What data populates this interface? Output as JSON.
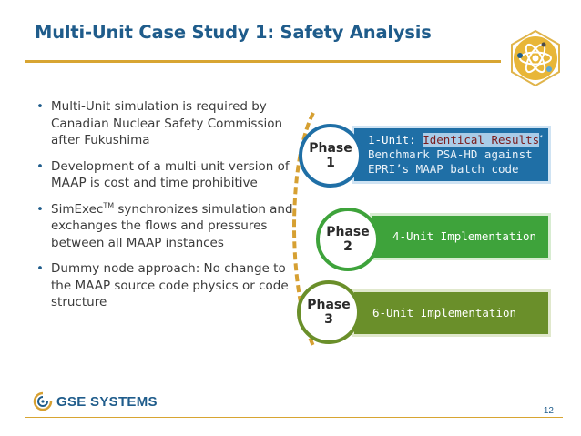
{
  "slide": {
    "title": "Multi-Unit Case Study 1: Safety Analysis",
    "bullets": [
      {
        "text": "Multi-Unit simulation is required by Canadian Nuclear Safety Commission after Fukushima"
      },
      {
        "text": "Development of a multi-unit version of MAAP is cost and time prohibitive"
      },
      {
        "text_before": "SimExec",
        "sup": "TM",
        "text_after": " synchronizes simulation and exchanges the flows and pressures between all MAAP instances"
      },
      {
        "text": "Dummy node approach: No change to the MAAP source code physics or code structure"
      }
    ],
    "page_number": "12"
  },
  "diagram": {
    "phases": [
      {
        "label_line1": "Phase",
        "label_line2": "1",
        "color": "#1f6fa6"
      },
      {
        "label_line1": "Phase",
        "label_line2": "2",
        "color": "#3ea33b"
      },
      {
        "label_line1": "Phase",
        "label_line2": "3",
        "color": "#6a8f2a"
      }
    ],
    "phase1": {
      "prefix": "1-Unit: ",
      "highlight": "Identical Results",
      "marker": "*",
      "line2": "Benchmark PSA-HD against",
      "line3": "EPRI’s MAAP batch code"
    },
    "phase2": {
      "text": "4-Unit Implementation"
    },
    "phase3": {
      "text": "6-Unit Implementation"
    }
  },
  "footer": {
    "logo_text": "GSE SYSTEMS"
  },
  "colors": {
    "title": "#1f5c8b",
    "rule": "#d8a532"
  },
  "icons": {
    "badge": "atom-icon",
    "logo": "gse-swirl-icon"
  }
}
